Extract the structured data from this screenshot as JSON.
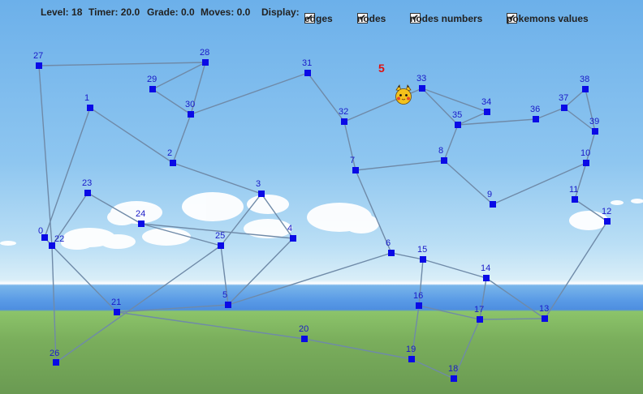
{
  "hud": {
    "level": "Level: 18",
    "timer": "Timer: 20.0",
    "grade": "Grade: 0.0",
    "moves": "Moves: 0.0",
    "display_label": "Display:",
    "checkboxes": [
      {
        "label": "edges",
        "checked": true
      },
      {
        "label": "nodes",
        "checked": true
      },
      {
        "label": "nodes numbers",
        "checked": true
      },
      {
        "label": "pokemons values",
        "checked": true
      }
    ]
  },
  "graph": {
    "nodes": [
      {
        "id": "0"
      },
      {
        "id": "1"
      },
      {
        "id": "2"
      },
      {
        "id": "3"
      },
      {
        "id": "4"
      },
      {
        "id": "5"
      },
      {
        "id": "6"
      },
      {
        "id": "7"
      },
      {
        "id": "8"
      },
      {
        "id": "9"
      },
      {
        "id": "10"
      },
      {
        "id": "11"
      },
      {
        "id": "12"
      },
      {
        "id": "13"
      },
      {
        "id": "14"
      },
      {
        "id": "15"
      },
      {
        "id": "16"
      },
      {
        "id": "17"
      },
      {
        "id": "18"
      },
      {
        "id": "19"
      },
      {
        "id": "20"
      },
      {
        "id": "21"
      },
      {
        "id": "22"
      },
      {
        "id": "23"
      },
      {
        "id": "24"
      },
      {
        "id": "25"
      },
      {
        "id": "26"
      },
      {
        "id": "27"
      },
      {
        "id": "28"
      },
      {
        "id": "29"
      },
      {
        "id": "30"
      },
      {
        "id": "31"
      },
      {
        "id": "32"
      },
      {
        "id": "33"
      },
      {
        "id": "34"
      },
      {
        "id": "35"
      },
      {
        "id": "36"
      },
      {
        "id": "37"
      },
      {
        "id": "38"
      },
      {
        "id": "39"
      }
    ],
    "edges": [
      [
        "27",
        "28"
      ],
      [
        "27",
        "22"
      ],
      [
        "28",
        "29"
      ],
      [
        "28",
        "30"
      ],
      [
        "29",
        "30"
      ],
      [
        "30",
        "31"
      ],
      [
        "30",
        "2"
      ],
      [
        "31",
        "32"
      ],
      [
        "32",
        "33"
      ],
      [
        "32",
        "7"
      ],
      [
        "33",
        "34"
      ],
      [
        "33",
        "35"
      ],
      [
        "34",
        "35"
      ],
      [
        "35",
        "36"
      ],
      [
        "35",
        "8"
      ],
      [
        "36",
        "37"
      ],
      [
        "37",
        "38"
      ],
      [
        "37",
        "39"
      ],
      [
        "38",
        "39"
      ],
      [
        "39",
        "10"
      ],
      [
        "10",
        "9"
      ],
      [
        "10",
        "11"
      ],
      [
        "11",
        "12"
      ],
      [
        "12",
        "13"
      ],
      [
        "8",
        "7"
      ],
      [
        "8",
        "9"
      ],
      [
        "7",
        "6"
      ],
      [
        "1",
        "2"
      ],
      [
        "1",
        "0"
      ],
      [
        "2",
        "3"
      ],
      [
        "3",
        "4"
      ],
      [
        "3",
        "25"
      ],
      [
        "4",
        "5"
      ],
      [
        "23",
        "22"
      ],
      [
        "23",
        "24"
      ],
      [
        "24",
        "25"
      ],
      [
        "24",
        "4"
      ],
      [
        "22",
        "21"
      ],
      [
        "22",
        "26"
      ],
      [
        "0",
        "22"
      ],
      [
        "25",
        "5"
      ],
      [
        "25",
        "26"
      ],
      [
        "21",
        "5"
      ],
      [
        "21",
        "20"
      ],
      [
        "5",
        "6"
      ],
      [
        "6",
        "15"
      ],
      [
        "15",
        "14"
      ],
      [
        "15",
        "16"
      ],
      [
        "14",
        "17"
      ],
      [
        "14",
        "13"
      ],
      [
        "16",
        "17"
      ],
      [
        "16",
        "19"
      ],
      [
        "17",
        "18"
      ],
      [
        "18",
        "19"
      ],
      [
        "19",
        "20"
      ],
      [
        "17",
        "13"
      ]
    ],
    "pokemon": {
      "value": "5",
      "icon": "pikachu-icon"
    }
  },
  "colors": {
    "node": "#0a0ae6",
    "edge": "#6f8aa8",
    "value": "#e01010"
  }
}
